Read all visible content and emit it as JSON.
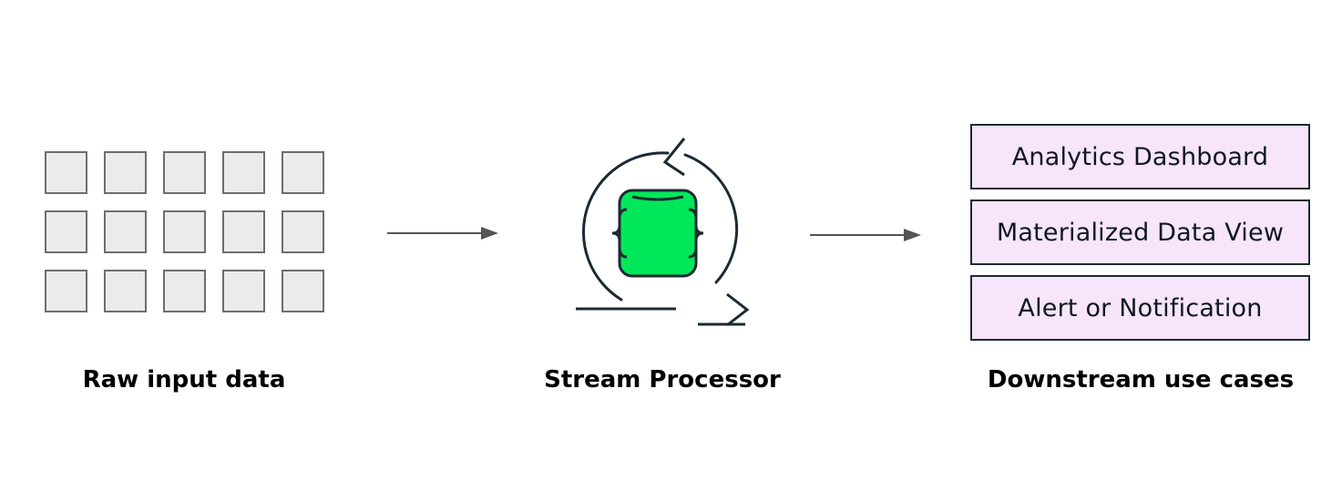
{
  "raw_input": {
    "caption": "Raw input data",
    "grid": {
      "rows": 3,
      "columns": 5
    }
  },
  "processor": {
    "caption": "Stream Processor",
    "icon": "stream-processor-loop-icon"
  },
  "downstream": {
    "caption": "Downstream use cases",
    "items": [
      {
        "label": "Analytics Dashboard"
      },
      {
        "label": "Materialized Data View"
      },
      {
        "label": "Alert or Notification"
      }
    ]
  },
  "colors": {
    "cell_fill": "#ebebeb",
    "cell_border": "#6e6e6e",
    "arrow": "#555555",
    "processor_fill": "#00e85a",
    "outline": "#1c2a33",
    "usecase_fill": "#f6e5fb"
  }
}
